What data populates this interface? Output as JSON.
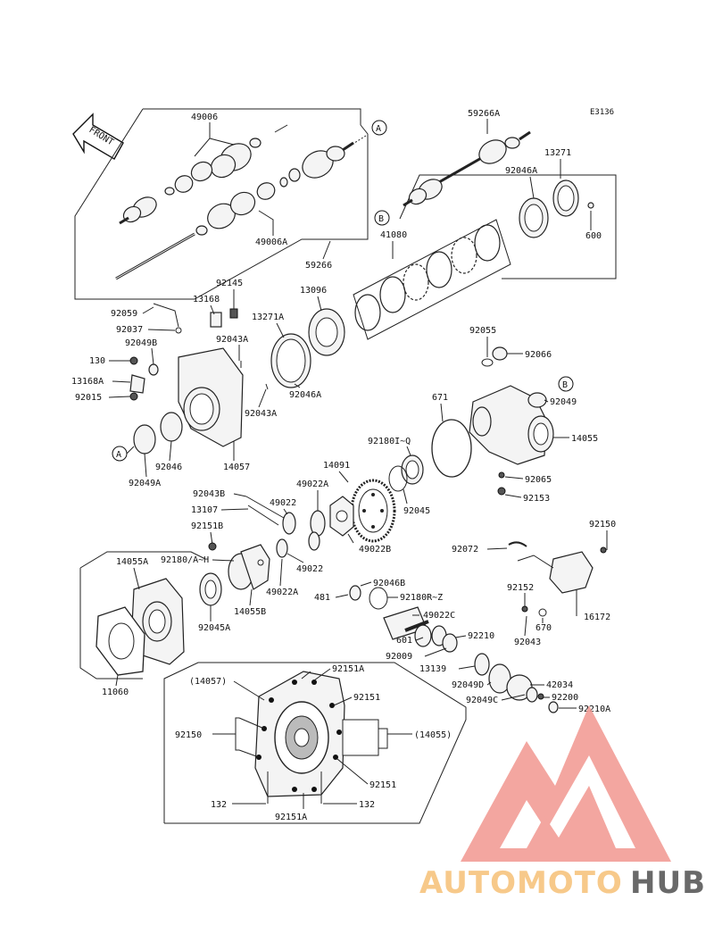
{
  "diagram_code": "E3136",
  "front_label": "FRONT",
  "callouts": {
    "a": "A",
    "b": "B"
  },
  "part_labels": {
    "p49006": "49006",
    "p49006a": "49006A",
    "p59266": "59266",
    "p59266a": "59266A",
    "p13271": "13271",
    "p92046a_top": "92046A",
    "p600": "600",
    "p41080": "41080",
    "p92145": "92145",
    "p13168": "13168",
    "p92059": "92059",
    "p92037": "92037",
    "p13271a": "13271A",
    "p13096": "13096",
    "p92049b": "92049B",
    "p92043a_1": "92043A",
    "p130": "130",
    "p13168a": "13168A",
    "p92015": "92015",
    "p92046a_mid": "92046A",
    "p92043a_2": "92043A",
    "p92046": "92046",
    "p14057": "14057",
    "p92049a": "92049A",
    "p92055": "92055",
    "p92066": "92066",
    "p92049": "92049",
    "p671": "671",
    "p14055": "14055",
    "p92180lq": "92180I~Q",
    "p14091": "14091",
    "p49022a_top": "49022A",
    "p92065": "92065",
    "p92153": "92153",
    "p92045": "92045",
    "p92043b": "92043B",
    "p49022_1": "49022",
    "p13107": "13107",
    "p92151b": "92151B",
    "p49022b": "49022B",
    "p92150_r": "92150",
    "p92072": "92072",
    "p14055a": "14055A",
    "p92180ah": "92180/A~H",
    "p49022_2": "49022",
    "p49022a_bot": "49022A",
    "p92152": "92152",
    "p14055b": "14055B",
    "p92045a": "92045A",
    "p92046b": "92046B",
    "p481": "481",
    "p92180rz": "92180R~Z",
    "p49022c": "49022C",
    "p16172": "16172",
    "p670": "670",
    "p601": "601",
    "p92210": "92210",
    "p92043": "92043",
    "p11060": "11060",
    "p92009": "92009",
    "p13139": "13139",
    "p42034": "42034",
    "p92049d": "92049D",
    "p92200": "92200",
    "p92049c": "92049C",
    "p92210a": "92210A"
  },
  "inset": {
    "p92151a_top": "92151A",
    "p14057": "(14057)",
    "p92151_1": "92151",
    "p92150": "92150",
    "p14055": "(14055)",
    "p92151_2": "92151",
    "p132_l": "132",
    "p132_r": "132",
    "p92151a_bot": "92151A"
  },
  "watermark": {
    "part1": "AUTOMOTO",
    "part2": "HUB",
    "color_primary": "#f4a09a",
    "color_secondary": "#f6c27a",
    "color_dark": "#555555"
  }
}
